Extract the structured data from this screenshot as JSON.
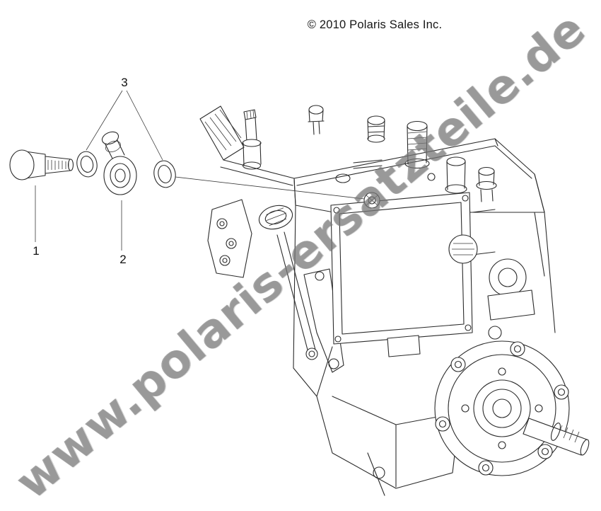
{
  "page": {
    "copyright": "© 2010 Polaris Sales Inc.",
    "watermark": "www.polaris-ersatzteile.de"
  },
  "callouts": [
    {
      "label": "1"
    },
    {
      "label": "2"
    },
    {
      "label": "3"
    }
  ],
  "colors": {
    "background": "#ffffff",
    "line_art": "#2b2b2b",
    "watermark_gray": "#9a9a9a",
    "text": "#161616"
  }
}
